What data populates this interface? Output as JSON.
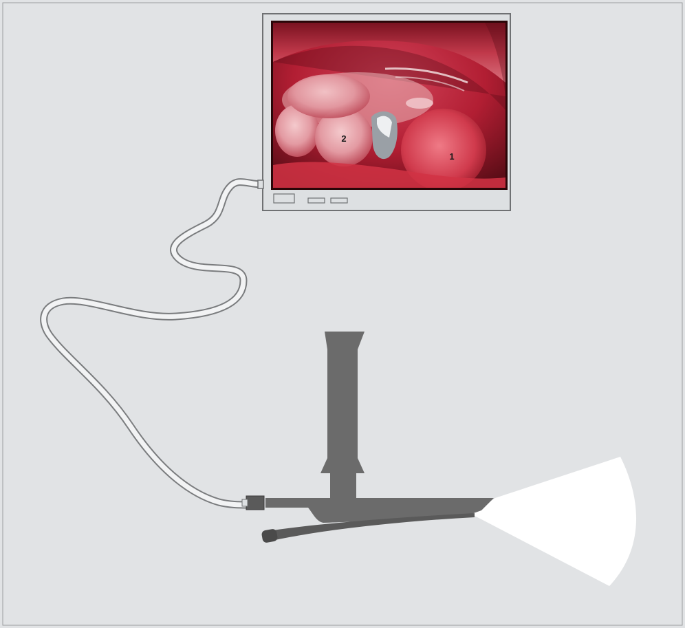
{
  "colors": {
    "background": "#e1e3e5",
    "frame": "#9a9c9e",
    "monitor_body": "#dde0e2",
    "monitor_outline": "#6f7173",
    "cable": "#f2f3f4",
    "cable_outline": "#7a7c7e",
    "device": "#6b6b6b",
    "device_dark": "#4a4a4a",
    "light_beam": "#ffffff",
    "tissue_red": "#c0283a",
    "tissue_pink": "#e8a0a6"
  },
  "icons": {
    "monitor": "video-monitor-icon",
    "endoscope": "endoscope-device-icon",
    "light": "light-beam-icon"
  },
  "diagram": {
    "markers": [
      {
        "id": "marker-1",
        "label": "1"
      },
      {
        "id": "marker-2",
        "label": "2"
      }
    ]
  }
}
